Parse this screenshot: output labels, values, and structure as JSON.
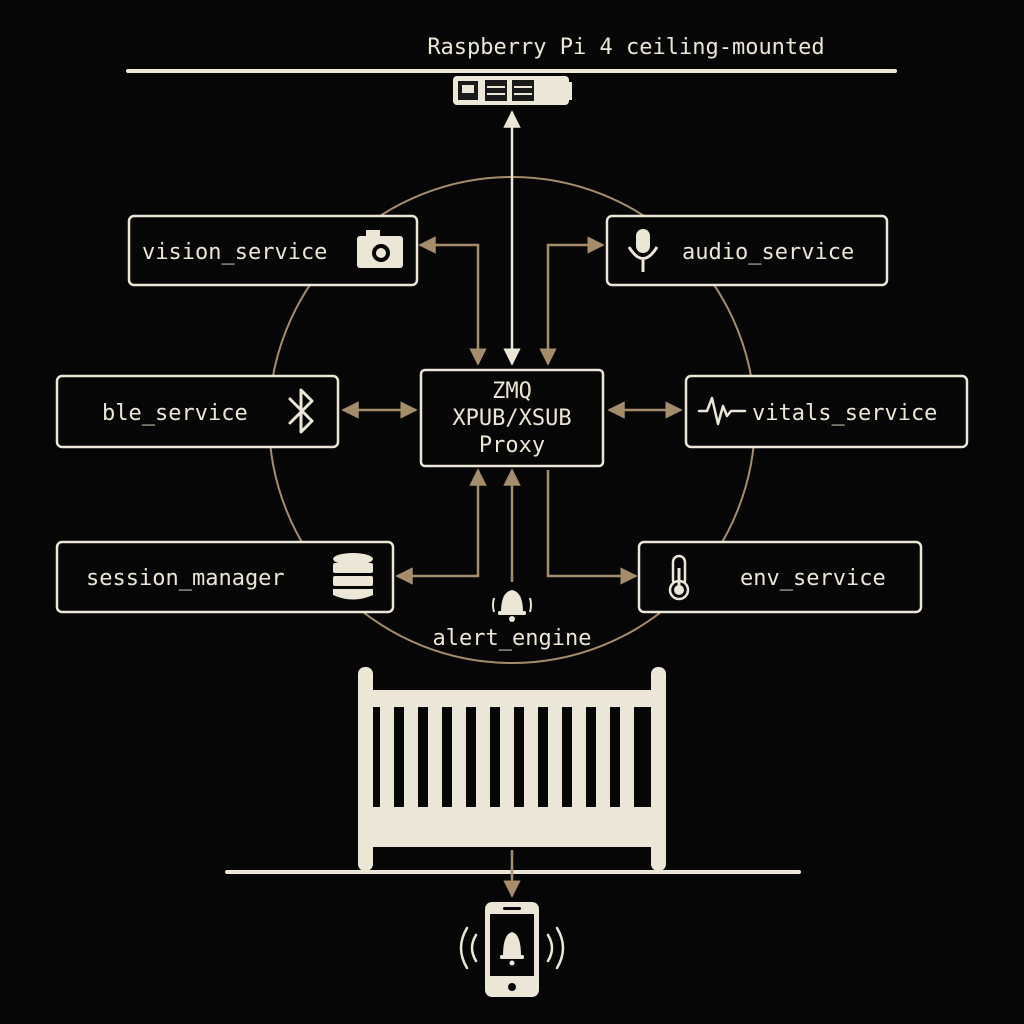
{
  "diagram": {
    "title": "Raspberry Pi 4 ceiling-mounted",
    "proxy": {
      "line1": "ZMQ",
      "line2": "XPUB/XSUB",
      "line3": "Proxy"
    },
    "services": {
      "vision": "vision_service",
      "audio": "audio_service",
      "ble": "ble_service",
      "vitals": "vitals_service",
      "session": "session_manager",
      "env": "env_service",
      "alert": "alert_engine"
    },
    "icons": {
      "device": "raspberry-pi-icon",
      "vision": "camera-icon",
      "audio": "microphone-icon",
      "ble": "bluetooth-icon",
      "vitals": "heartbeat-icon",
      "session": "database-icon",
      "env": "thermometer-icon",
      "alert": "bell-icon",
      "crib": "crib-icon",
      "phone": "phone-alert-icon"
    },
    "colors": {
      "background": "#060606",
      "foreground": "#ece6d6",
      "connector": "#a58d6c"
    }
  }
}
